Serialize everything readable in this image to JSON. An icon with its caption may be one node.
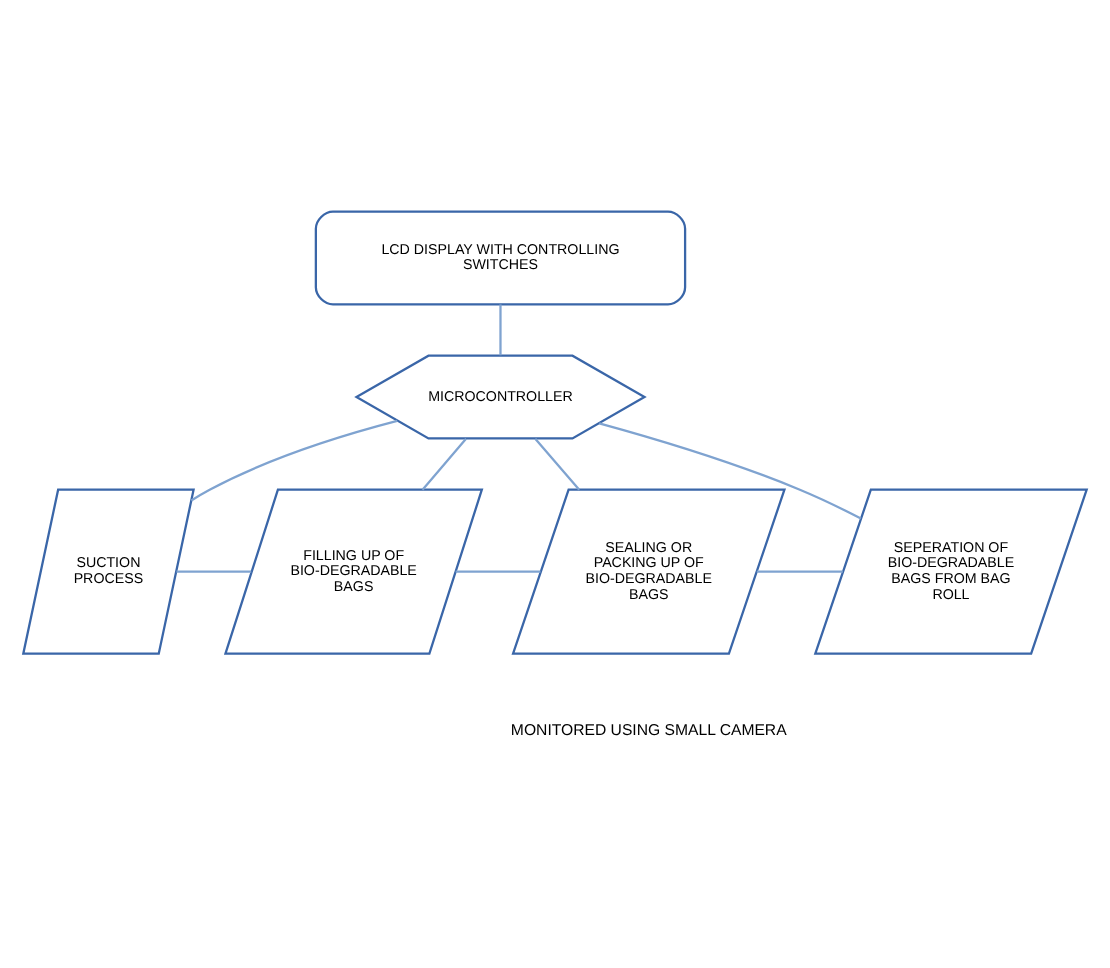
{
  "diagram": {
    "nodes": [
      {
        "text": [
          "LCD DISPLAY WITH CONTROLLING SWITCHES"
        ]
      },
      {
        "text": [
          "MICROCONTROLLER"
        ]
      },
      {
        "text": [
          "SUCTION PROCESS"
        ]
      },
      {
        "text": [
          "FILLING UP OF BIO-DEGRADABLE BAGS"
        ]
      },
      {
        "text": [
          "SEALING OR PACKING UP OF BIO-DEGRADABLE BAGS"
        ]
      },
      {
        "text": [
          "SEPERATION OF BIO-DEGRADABLE BAGS FROM BAG ROLL"
        ]
      }
    ],
    "edges": [
      {
        "from": 0,
        "to": 1,
        "arrow": "none"
      },
      {
        "from": 1,
        "to": 2,
        "arrow": "none"
      },
      {
        "from": 1,
        "to": 3,
        "arrow": "none"
      },
      {
        "from": 1,
        "to": 4,
        "arrow": "none"
      },
      {
        "from": 1,
        "to": 5,
        "arrow": "none"
      },
      {
        "from": 2,
        "to": 3,
        "arrow": "none"
      },
      {
        "from": 3,
        "to": 4,
        "arrow": "none"
      },
      {
        "from": 4,
        "to": 5,
        "arrow": "none"
      }
    ],
    "labels": [
      "MONITORED USING SMALL CAMERA"
    ]
  }
}
